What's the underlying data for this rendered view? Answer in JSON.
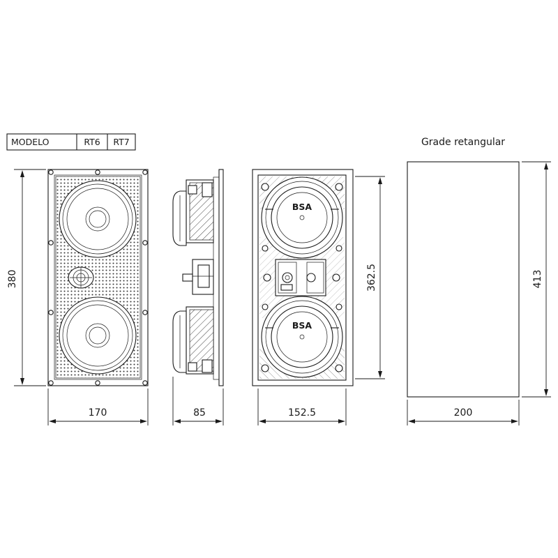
{
  "model_table": {
    "header": "MODELO",
    "models": [
      "RT6",
      "RT7"
    ]
  },
  "grille_title": "Grade retangular",
  "logo_text": "BSA",
  "dimensions": {
    "front_height": "380",
    "front_width": "170",
    "side_depth": "85",
    "back_height": "362.5",
    "back_width": "152.5",
    "grille_height": "413",
    "grille_width": "200"
  }
}
